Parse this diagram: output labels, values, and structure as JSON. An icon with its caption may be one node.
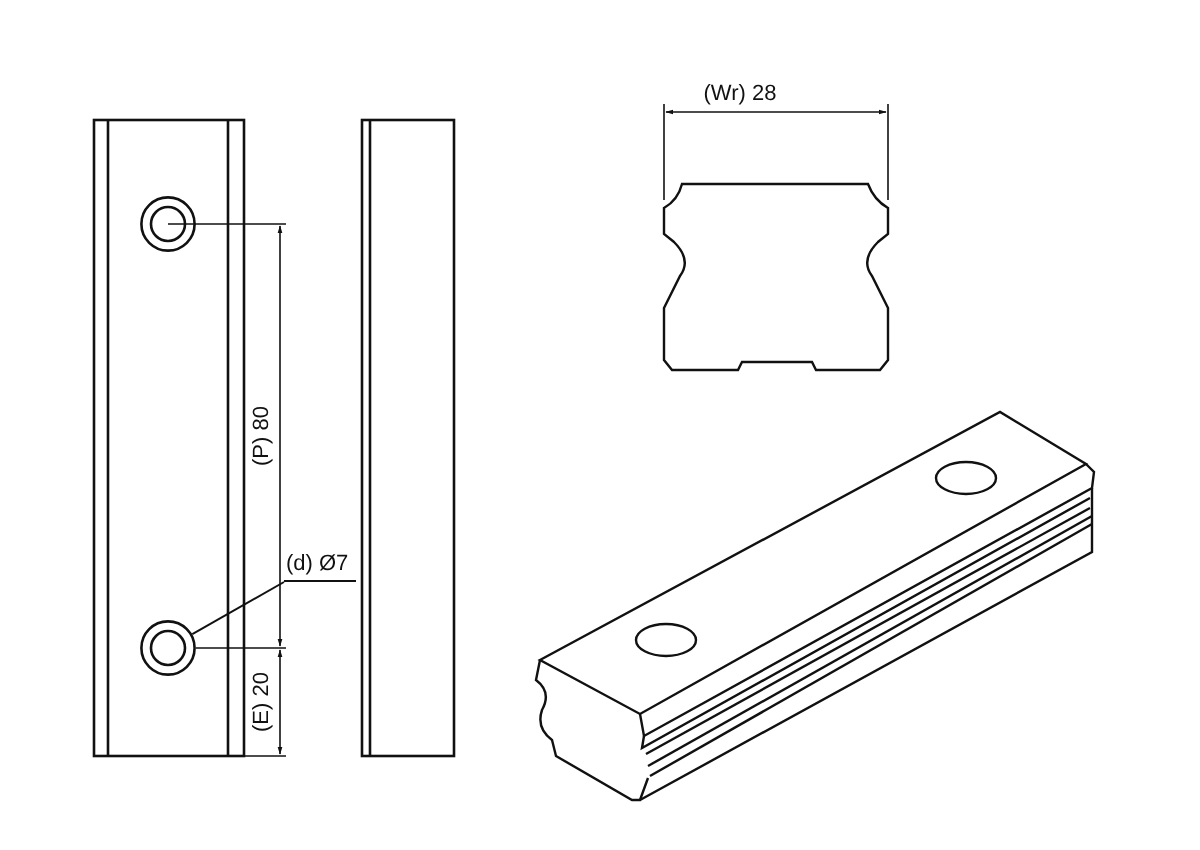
{
  "diagram": {
    "nodes": [
      {
        "text": [
          "(d) Ø7"
        ]
      },
      {
        "text": [],
        "shape": "circle"
      }
    ],
    "edges": [
      {
        "from": 0,
        "to": 1,
        "arrow": "none"
      }
    ],
    "labels": [
      "(Wr) 28",
      "(P) 80",
      "(E) 20"
    ]
  }
}
